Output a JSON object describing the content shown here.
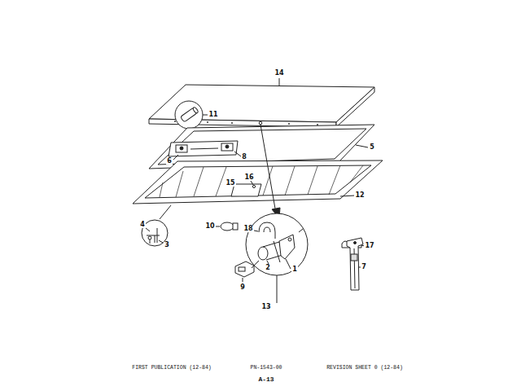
{
  "diagram": {
    "labels": [
      "14",
      "11",
      "5",
      "8",
      "6",
      "16",
      "15",
      "12",
      "4",
      "10",
      "18",
      "3",
      "17",
      "2",
      "7",
      "1",
      "9",
      "13",
      "FIRST PUBLICATION (12-84)",
      "PN-1543-00",
      "REVISION SHEET 0 (12-84)",
      "A-13"
    ]
  }
}
